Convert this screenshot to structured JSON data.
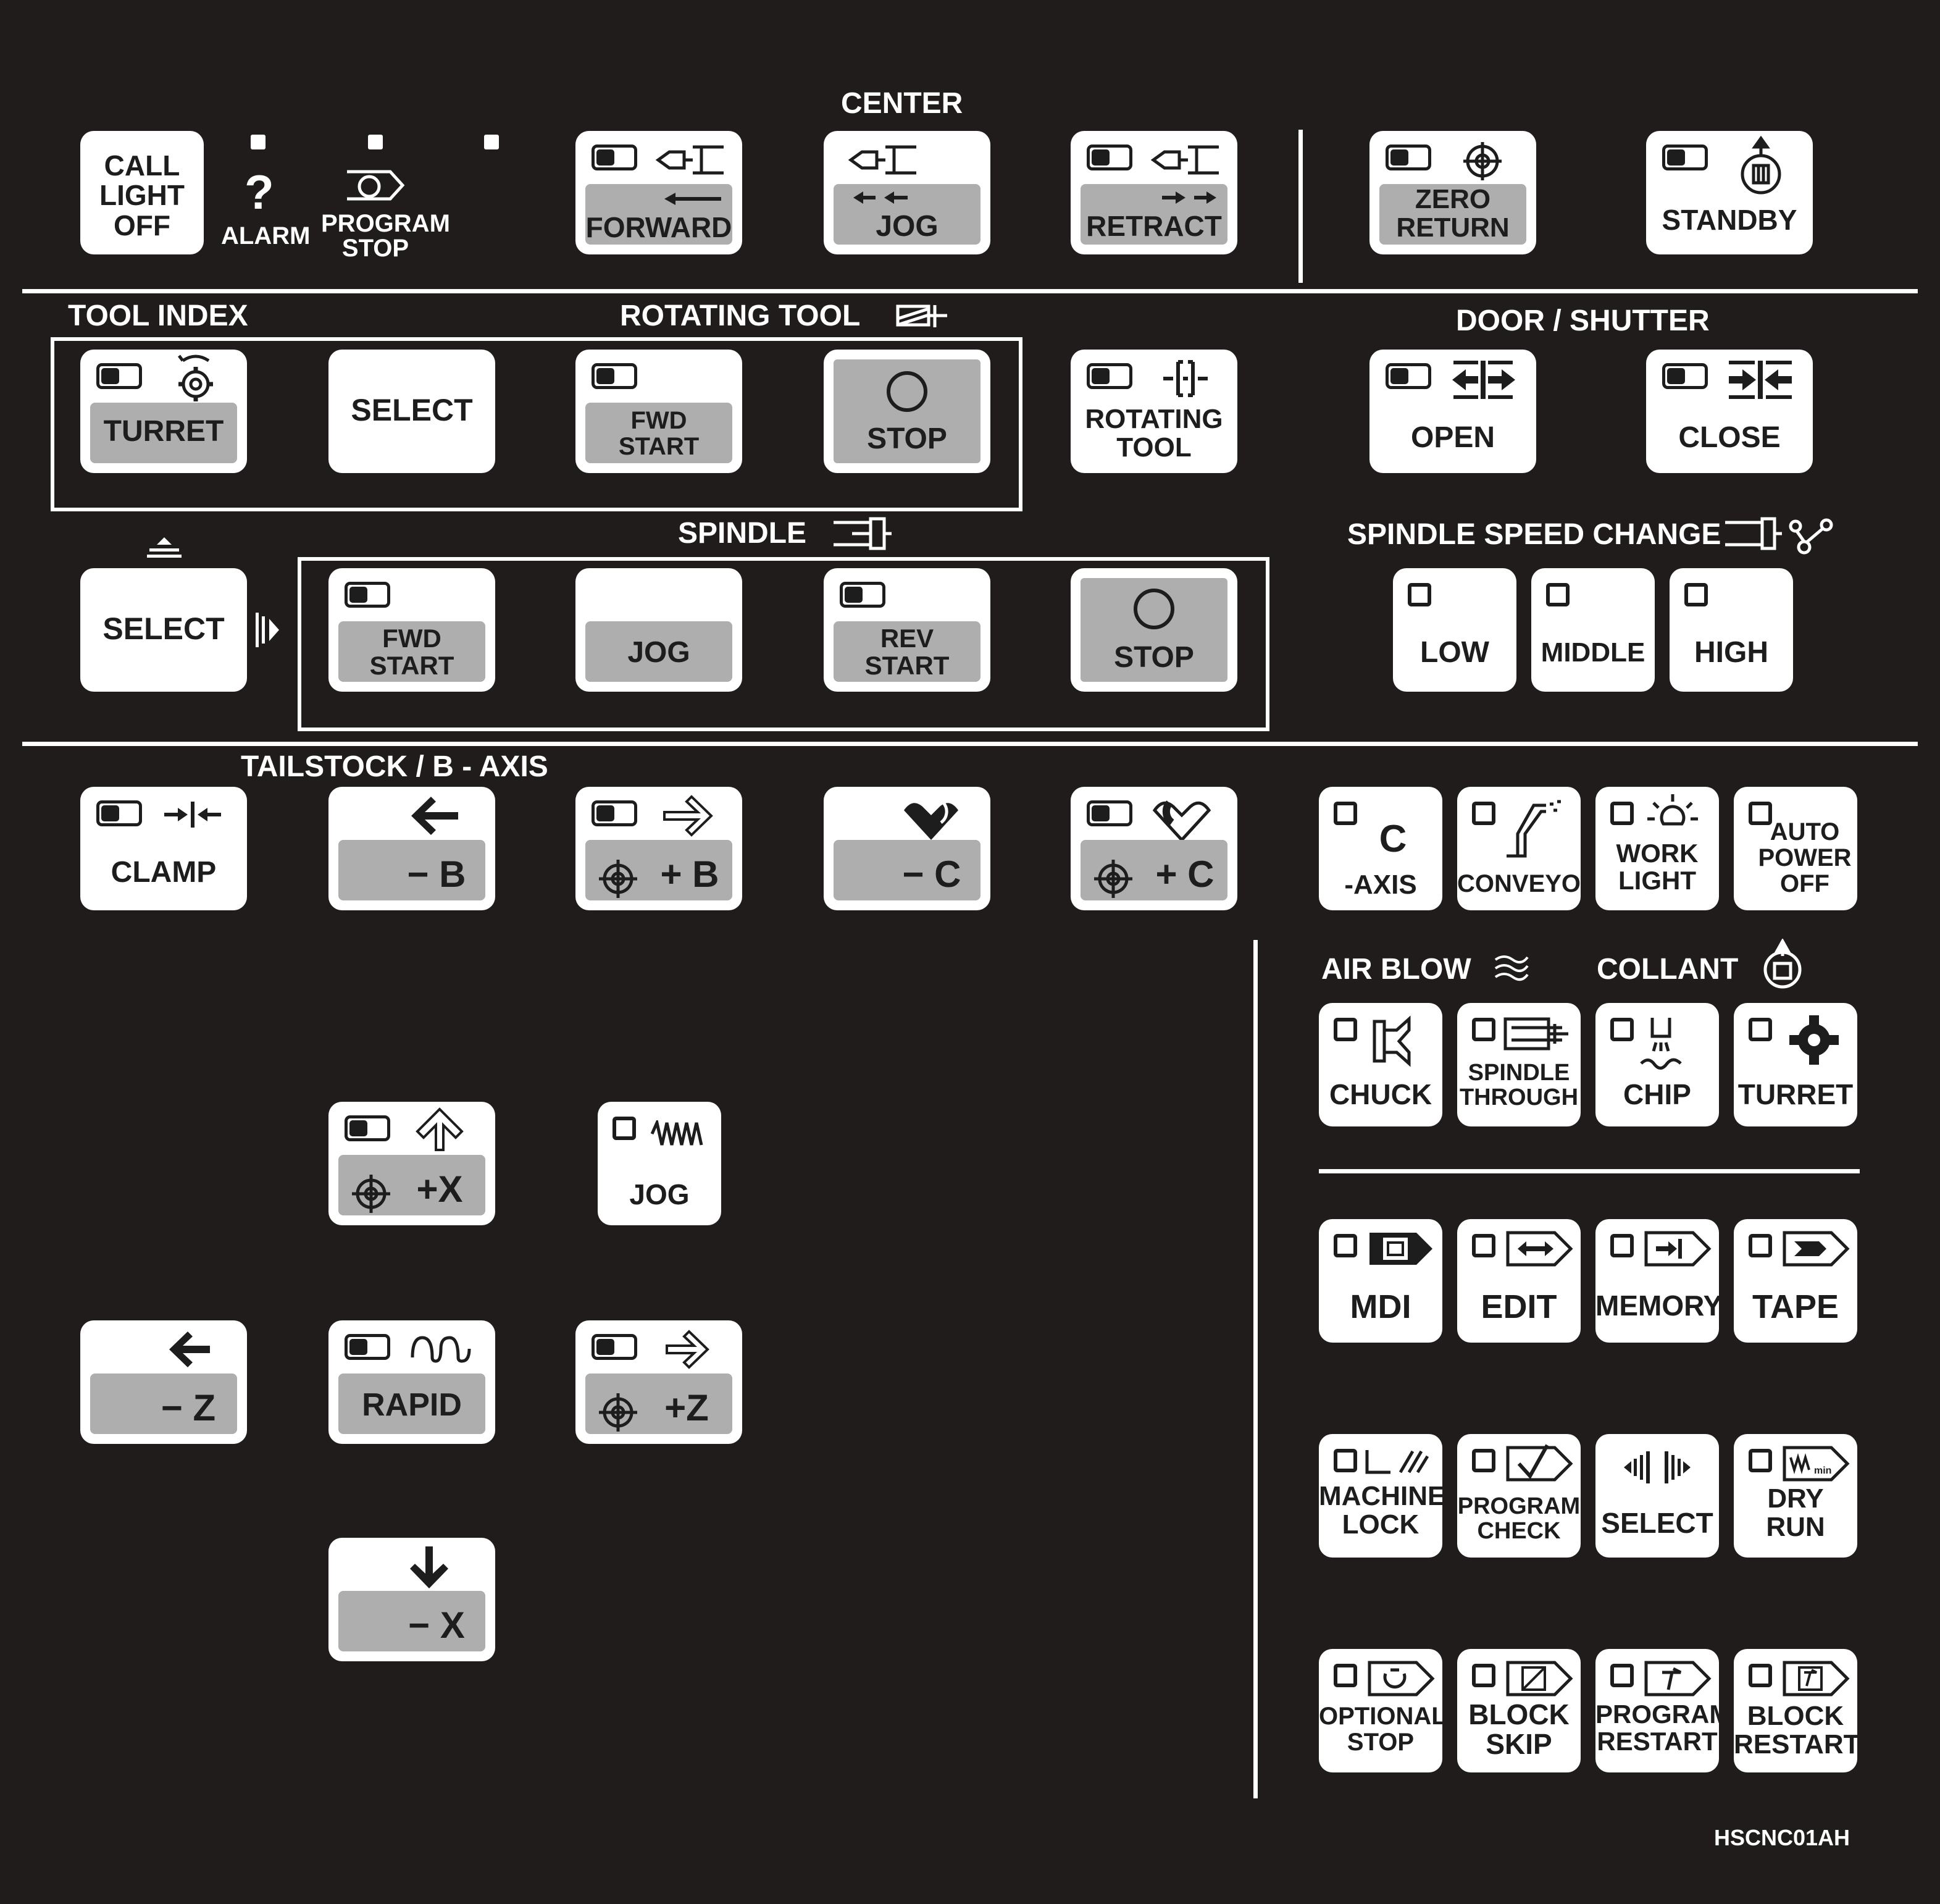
{
  "center": {
    "title": "CENTER",
    "forward": "FORWARD",
    "jog": "JOG",
    "retract": "RETRACT"
  },
  "top": {
    "call_light_off": "CALL\nLIGHT\nOFF",
    "alarm": "ALARM",
    "alarm_symbol": "?",
    "program_stop": "PROGRAM\nSTOP",
    "zero_return": "ZERO\nRETURN",
    "standby": "STANDBY"
  },
  "tool_index": {
    "title": "TOOL INDEX",
    "turret": "TURRET",
    "select": "SELECT"
  },
  "rotating_tool": {
    "title": "ROTATING TOOL",
    "fwd_start": "FWD\nSTART",
    "stop": "STOP",
    "rotating_tool": "ROTATING\nTOOL"
  },
  "door_shutter": {
    "title": "DOOR / SHUTTER",
    "open": "OPEN",
    "close": "CLOSE"
  },
  "spindle": {
    "title": "SPINDLE",
    "select": "SELECT",
    "fwd_start": "FWD\nSTART",
    "jog": "JOG",
    "rev_start": "REV\nSTART",
    "stop": "STOP"
  },
  "spindle_speed_change": {
    "title": "SPINDLE SPEED CHANGE",
    "low": "LOW",
    "middle": "MIDDLE",
    "high": "HIGH"
  },
  "tailstock": {
    "title": "TAILSTOCK / B - AXIS",
    "clamp": "CLAMP",
    "minus_b": "− B",
    "plus_b": "+ B",
    "minus_c": "− C",
    "plus_c": "+ C"
  },
  "aux": {
    "c_axis_top": "C",
    "c_axis_bottom": "-AXIS",
    "conveyor": "CONVEYOR",
    "work_light": "WORK\nLIGHT",
    "auto_power_off": "AUTO\nPOWER\nOFF"
  },
  "air_blow": {
    "title": "AIR BLOW",
    "chuck": "CHUCK",
    "spindle_through": "SPINDLE\nTHROUGH"
  },
  "coolant": {
    "title": "COLLANT",
    "chip": "CHIP",
    "turret": "TURRET"
  },
  "modes": {
    "mdi": "MDI",
    "edit": "EDIT",
    "memory": "MEMORY",
    "tape": "TAPE"
  },
  "functions": {
    "machine_lock": "MACHINE\nLOCK",
    "program_check": "PROGRAM\nCHECK",
    "select": "SELECT",
    "dry_run": "DRY\nRUN",
    "optional_stop": "OPTIONAL\nSTOP",
    "block_skip": "BLOCK\nSKIP",
    "program_restart": "PROGRAM\nRESTART",
    "block_restart": "BLOCK\nRESTART"
  },
  "axes": {
    "plus_x": "+X",
    "minus_x": "− X",
    "minus_z": "− Z",
    "plus_z": "+Z",
    "rapid": "RAPID",
    "jog": "JOG"
  },
  "dry_run_unit": "min",
  "footer": {
    "code": "HSCNC01AH"
  },
  "colors": {
    "panel": "#201c1b",
    "key": "#ffffff",
    "key_gray": "#aeaeae",
    "text_dark": "#1d1d1d"
  }
}
